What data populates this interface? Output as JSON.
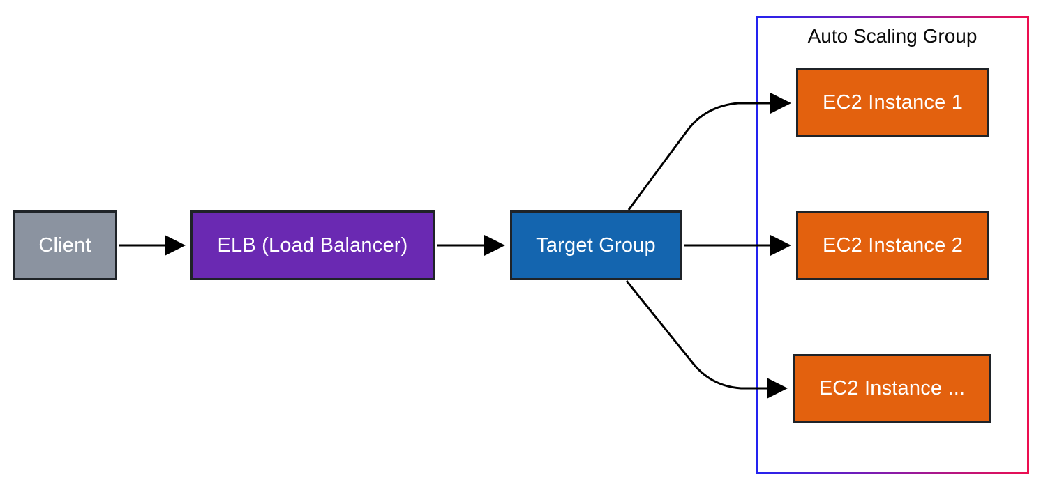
{
  "diagram": {
    "group": {
      "label": "Auto Scaling Group",
      "border_gradient_start": "#2323f0",
      "border_gradient_end": "#ec0e50",
      "title_color": "#0a0a0a"
    },
    "nodes": [
      {
        "id": "client",
        "label": "Client",
        "fill": "#8b93a0",
        "text_color": "#ffffff"
      },
      {
        "id": "elb",
        "label": "ELB (Load Balancer)",
        "fill": "#6a29b2",
        "text_color": "#ffffff"
      },
      {
        "id": "target-group",
        "label": "Target Group",
        "fill": "#1465af",
        "text_color": "#ffffff"
      },
      {
        "id": "ec2-1",
        "label": "EC2 Instance 1",
        "fill": "#e3610e",
        "text_color": "#ffffff"
      },
      {
        "id": "ec2-2",
        "label": "EC2 Instance 2",
        "fill": "#e3610e",
        "text_color": "#ffffff"
      },
      {
        "id": "ec2-dots",
        "label": "EC2 Instance ...",
        "fill": "#e3610e",
        "text_color": "#ffffff"
      }
    ],
    "edges": [
      {
        "from": "client",
        "to": "elb",
        "style": "straight-arrow",
        "color": "#000000"
      },
      {
        "from": "elb",
        "to": "target-group",
        "style": "straight-arrow",
        "color": "#000000"
      },
      {
        "from": "target-group",
        "to": "ec2-1",
        "style": "curved-arrow",
        "color": "#000000"
      },
      {
        "from": "target-group",
        "to": "ec2-2",
        "style": "straight-arrow",
        "color": "#000000"
      },
      {
        "from": "target-group",
        "to": "ec2-dots",
        "style": "curved-arrow",
        "color": "#000000"
      }
    ]
  }
}
